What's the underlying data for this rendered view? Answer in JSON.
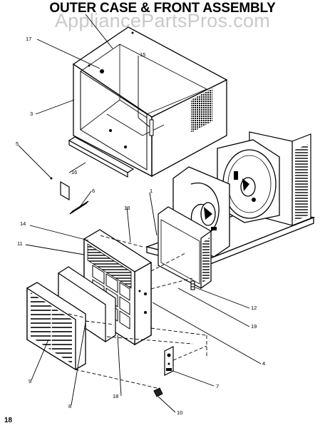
{
  "diagram": {
    "title": "OUTER CASE & FRONT ASSEMBLY",
    "watermark": "AppliancePartsPros.com",
    "page_number": "18",
    "callouts": {
      "c1": "1",
      "c3": "3",
      "c4": "4",
      "c5": "5",
      "c6": "6",
      "c7": "7",
      "c8": "8",
      "c9": "9",
      "c10": "10",
      "c11": "11",
      "c12": "12",
      "c13": "13",
      "c14": "14",
      "c15": "15",
      "c16": "16",
      "c17": "17",
      "c18": "18",
      "c19": "19"
    }
  }
}
